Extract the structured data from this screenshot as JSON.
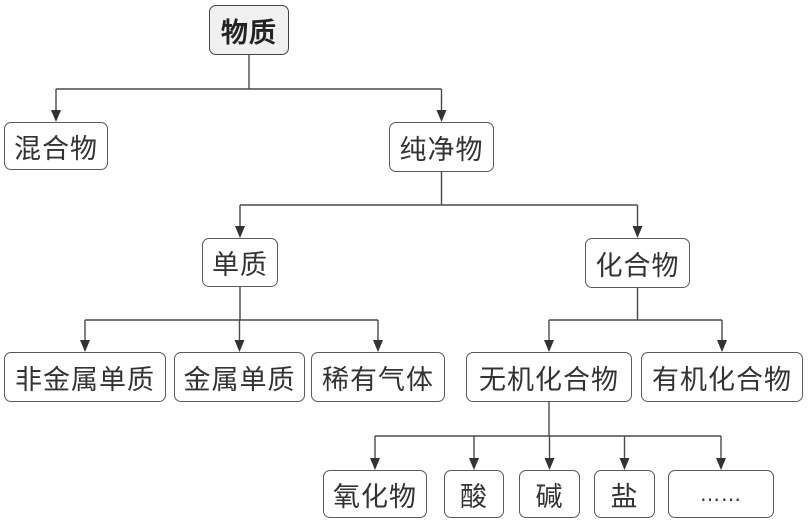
{
  "title": "物质分类",
  "nodes": {
    "root": "物质",
    "mixture": "混合物",
    "pure": "纯净物",
    "element": "单质",
    "compound": "化合物",
    "nonmetal": "非金属单质",
    "metal": "金属单质",
    "noble_gas": "稀有气体",
    "inorganic": "无机化合物",
    "organic": "有机化合物",
    "oxide": "氧化物",
    "acid": "酸",
    "base": "碱",
    "salt": "盐",
    "etc": "……"
  },
  "edges": [
    [
      "root",
      "mixture"
    ],
    [
      "root",
      "pure"
    ],
    [
      "pure",
      "element"
    ],
    [
      "pure",
      "compound"
    ],
    [
      "element",
      "nonmetal"
    ],
    [
      "element",
      "metal"
    ],
    [
      "element",
      "noble_gas"
    ],
    [
      "compound",
      "inorganic"
    ],
    [
      "compound",
      "organic"
    ],
    [
      "inorganic",
      "oxide"
    ],
    [
      "inorganic",
      "acid"
    ],
    [
      "inorganic",
      "base"
    ],
    [
      "inorganic",
      "salt"
    ],
    [
      "inorganic",
      "etc"
    ]
  ]
}
